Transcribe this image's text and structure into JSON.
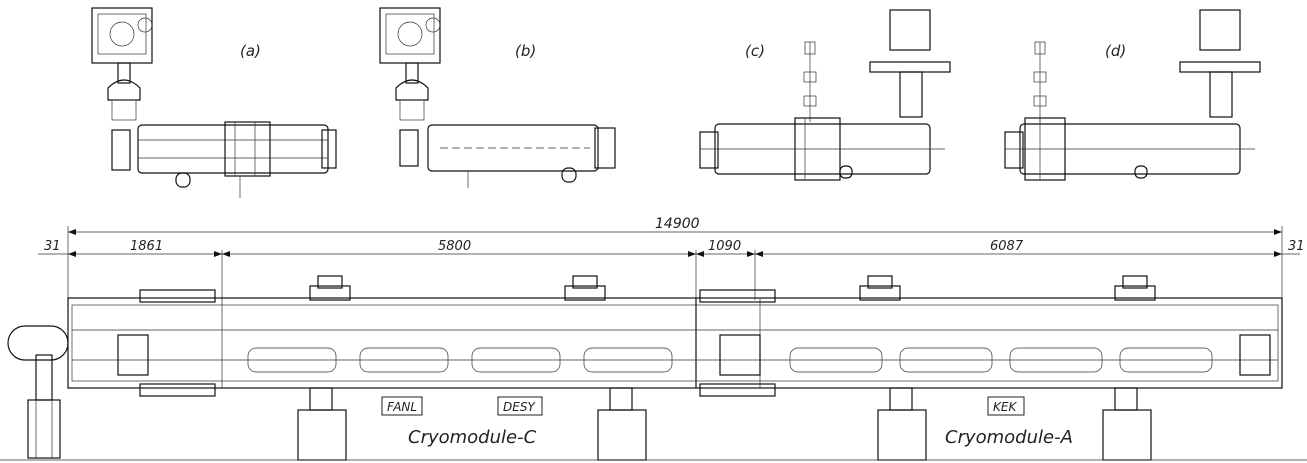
{
  "views": {
    "a": "(a)",
    "b": "(b)",
    "c": "(c)",
    "d": "(d)"
  },
  "dimensions": {
    "total": "14900",
    "left_end": "31",
    "right_end": "31",
    "seg1": "1861",
    "seg2": "5800",
    "seg3": "1090",
    "seg4": "6087"
  },
  "labels": {
    "fanl": "FANL",
    "desy": "DESY",
    "kek": "KEK",
    "cryomodule_c": "Cryomodule-C",
    "cryomodule_a": "Cryomodule-A"
  }
}
